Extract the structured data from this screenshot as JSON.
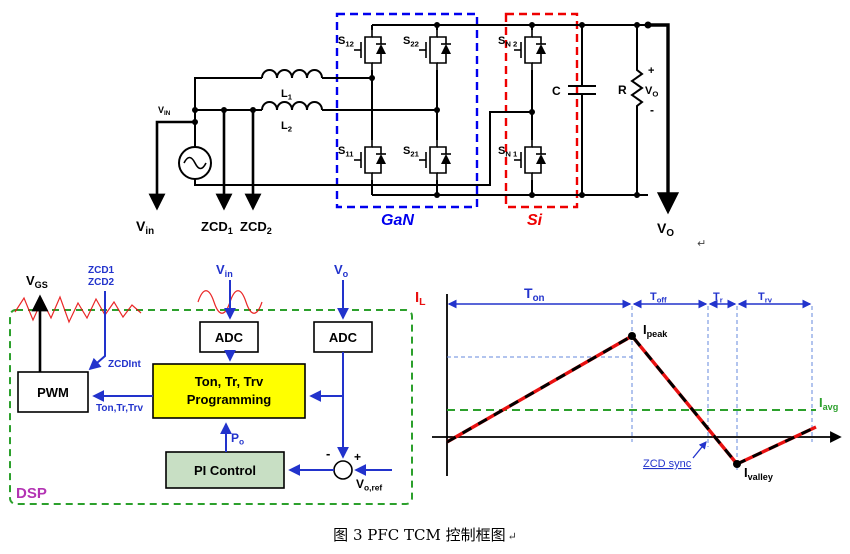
{
  "caption": {
    "text": "图 3 PFC TCM 控制框图",
    "mark": "↵"
  },
  "circuit": {
    "source": {
      "main": "V",
      "sub": "IN"
    },
    "l1": {
      "main": "L",
      "sub": "1"
    },
    "l2": {
      "main": "L",
      "sub": "2"
    },
    "s12": {
      "main": "S",
      "sub": "12"
    },
    "s22": {
      "main": "S",
      "sub": "22"
    },
    "sn2": {
      "main": "S",
      "sub": "N 2"
    },
    "s11": {
      "main": "S",
      "sub": "11"
    },
    "s21": {
      "main": "S",
      "sub": "21"
    },
    "sn1": {
      "main": "S",
      "sub": "N 1"
    },
    "cap": "C",
    "res": "R",
    "plus": "+",
    "vo_small": {
      "main": "V",
      "sub": "O"
    },
    "minus": "-",
    "gan": "GaN",
    "si": "Si",
    "vin": {
      "main": "V",
      "sub": "in"
    },
    "zcd1": {
      "main": "ZCD",
      "sub": "1"
    },
    "zcd2": {
      "main": "ZCD",
      "sub": "2"
    },
    "vo": {
      "main": "V",
      "sub": "O"
    },
    "para_mark": "↵"
  },
  "dsp": {
    "vgs": {
      "main": "V",
      "sub": "GS"
    },
    "zcd1": "ZCD1",
    "zcd2": "ZCD2",
    "vin": {
      "main": "V",
      "sub": "in"
    },
    "vo": {
      "main": "V",
      "sub": "o"
    },
    "adc1": "ADC",
    "adc2": "ADC",
    "pwm": "PWM",
    "zcdint": "ZCDInt",
    "prog_line1": "Ton, Tr, Trv",
    "prog_line2": "Programming",
    "ton_tr_trv": "Ton,Tr,Trv",
    "po": {
      "main": "P",
      "sub": "o"
    },
    "pi": "PI Control",
    "minus": "-",
    "plus": "+",
    "voref": {
      "main": "V",
      "sub": "o,ref"
    },
    "label": "DSP"
  },
  "waveform": {
    "il": {
      "main": "I",
      "sub": "L"
    },
    "ton": {
      "main": "T",
      "sub": "on"
    },
    "toff": {
      "main": "T",
      "sub": "off"
    },
    "tr": {
      "main": "T",
      "sub": "r"
    },
    "trv": {
      "main": "T",
      "sub": "rv"
    },
    "ipeak": {
      "main": "I",
      "sub": "peak"
    },
    "iavg": {
      "main": "I",
      "sub": "avg"
    },
    "ivalley": {
      "main": "I",
      "sub": "valley"
    },
    "zcd_sync": "ZCD sync"
  }
}
